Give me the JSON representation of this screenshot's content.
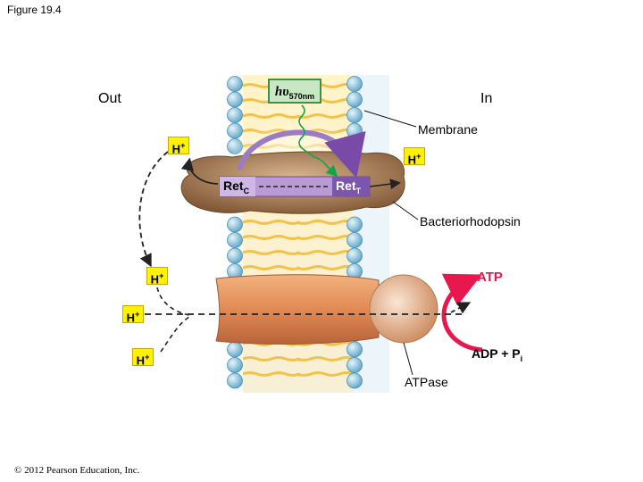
{
  "figure_title": "Figure 19.4",
  "labels": {
    "out": "Out",
    "in": "In",
    "membrane": "Membrane",
    "bacteriorhodopsin": "Bacteriorhodopsin",
    "atpase": "ATPase"
  },
  "light": {
    "symbol": "hυ",
    "subscript": "570nm"
  },
  "retinal": {
    "left": {
      "base": "Ret",
      "sub": "C"
    },
    "right": {
      "base": "Ret",
      "sub": "T"
    }
  },
  "proton": {
    "base": "H",
    "charge": "+"
  },
  "atp": "ATP",
  "adp": {
    "text": "ADP + P",
    "sub": "i"
  },
  "copyright": "© 2012 Pearson Education, Inc.",
  "colors": {
    "head_group": "#8fc3dc",
    "tail": "#f2c24a",
    "rhodopsin": "#9a6d46",
    "retinal_bar": "#8c6bb4",
    "atpase": "#e4905a",
    "proton_box": "#fff200",
    "atp_arrow": "#e8174d",
    "light_arrow": "#17a34a"
  }
}
